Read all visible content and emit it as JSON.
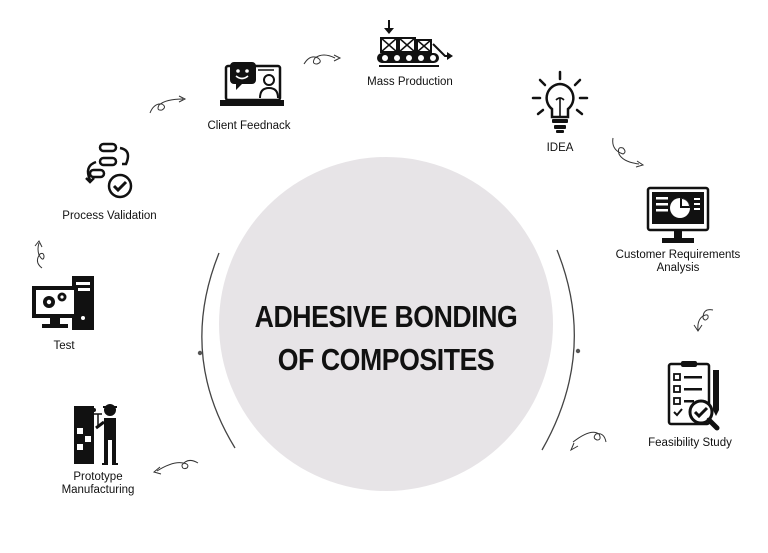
{
  "diagram": {
    "title_line1": "ADHESIVE BONDING",
    "title_line2": "OF COMPOSITES",
    "steps": {
      "idea": "IDEA",
      "customer": "Customer Requirements Analysis",
      "customer_line1": "Customer Requirements",
      "customer_line2": "Analysis",
      "feasibility": "Feasibility Study",
      "prototype_line1": "Prototype",
      "prototype_line2": "Manufacturing",
      "test": "Test",
      "process": "Process Validation",
      "client": "Client Feednack",
      "mass": "Mass Production"
    },
    "colors": {
      "circle": "#e7e4e7",
      "ink": "#111111",
      "arc": "#444444"
    }
  }
}
